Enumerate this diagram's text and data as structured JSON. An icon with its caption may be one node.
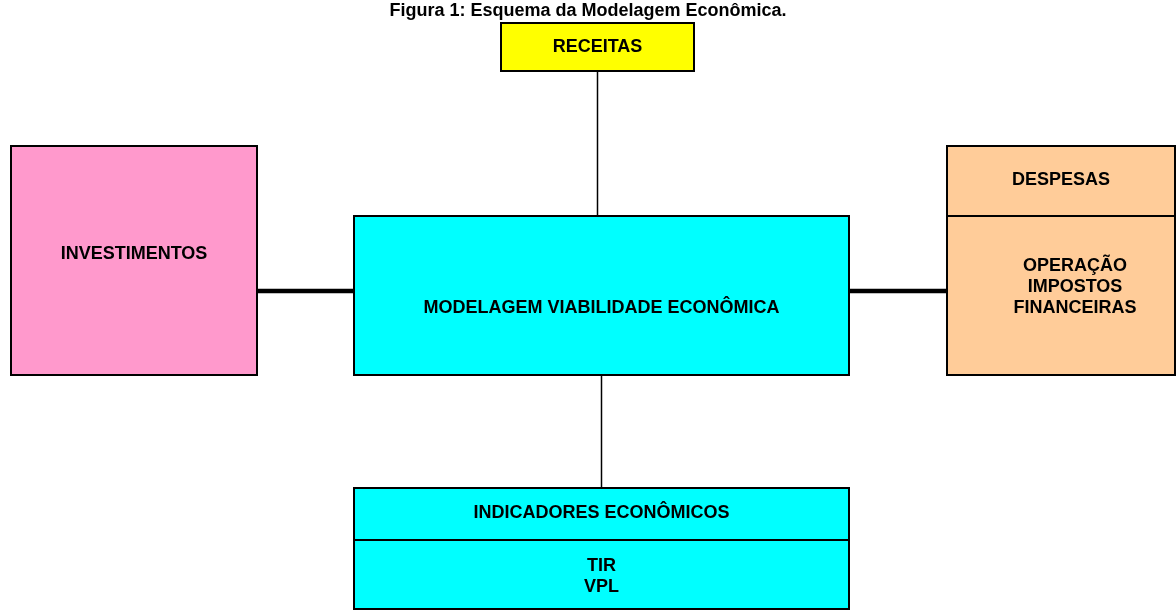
{
  "diagram": {
    "title": "Figura 1: Esquema da Modelagem Econômica.",
    "nodes": [
      {
        "text": [
          "RECEITAS"
        ]
      },
      {
        "text": [
          "INVESTIMENTOS"
        ]
      },
      {
        "text": [
          "MODELAGEM VIABILIDADE ECONÔMICA"
        ]
      },
      {
        "text": [
          "DESPESAS",
          "OPERAÇÃO IMPOSTOS FINANCEIRAS"
        ]
      },
      {
        "text": [
          "INDICADORES ECONÔMICOS",
          "TIR VPL"
        ]
      }
    ],
    "edges": [
      {
        "from": 0,
        "to": 2,
        "arrow": "none"
      },
      {
        "from": 1,
        "to": 2,
        "arrow": "none",
        "style": "thick"
      },
      {
        "from": 2,
        "to": 3,
        "arrow": "none",
        "style": "thick"
      },
      {
        "from": 2,
        "to": 4,
        "arrow": "none"
      }
    ]
  }
}
